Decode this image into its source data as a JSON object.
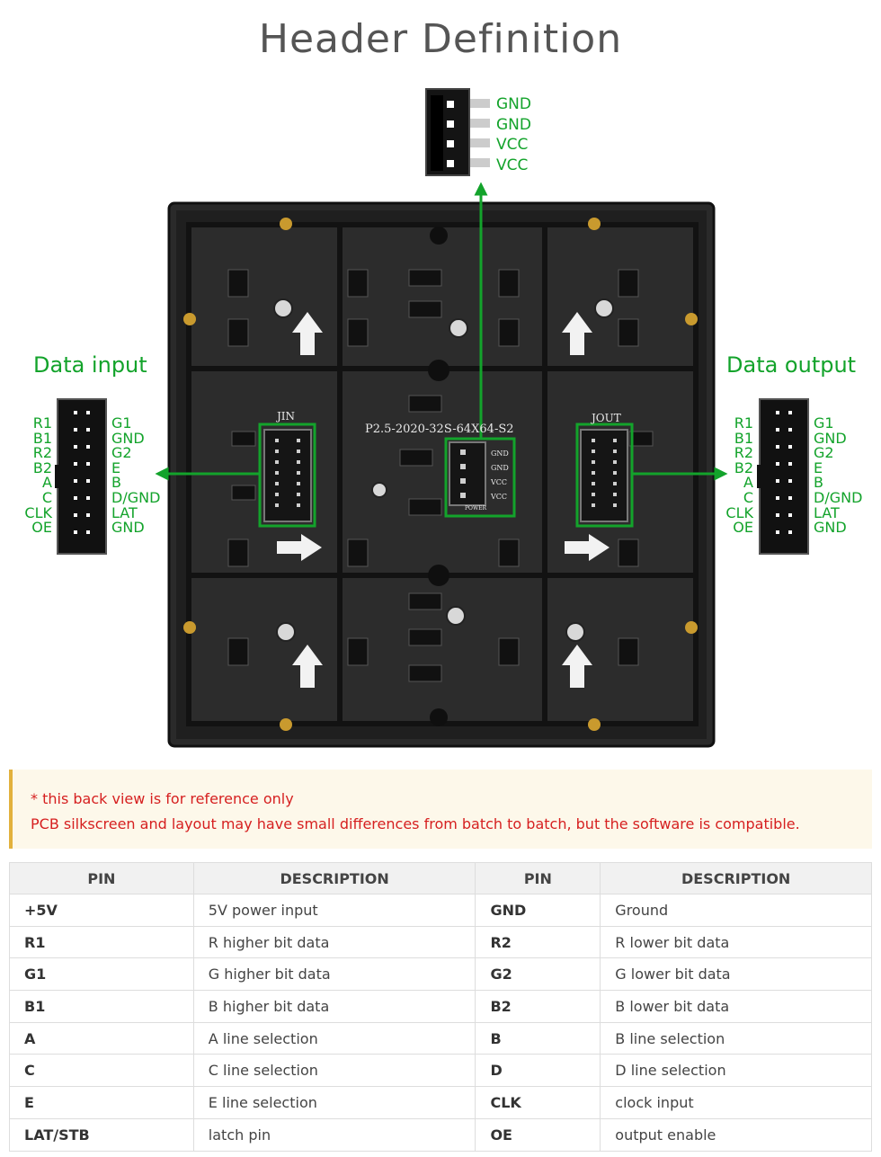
{
  "title": "Header Definition",
  "power_header": {
    "pins": [
      "GND",
      "GND",
      "VCC",
      "VCC"
    ]
  },
  "data_input": {
    "label": "Data input",
    "left_pins": [
      "R1",
      "B1",
      "R2",
      "B2",
      "A",
      "C",
      "CLK",
      "OE"
    ],
    "right_pins": [
      "G1",
      "GND",
      "G2",
      "E",
      "B",
      "D/GND",
      "LAT",
      "GND"
    ]
  },
  "data_output": {
    "label": "Data output",
    "left_pins": [
      "R1",
      "B1",
      "R2",
      "B2",
      "A",
      "C",
      "CLK",
      "OE"
    ],
    "right_pins": [
      "G1",
      "GND",
      "G2",
      "E",
      "B",
      "D/GND",
      "LAT",
      "GND"
    ]
  },
  "board": {
    "model": "P2.5-2020-32S-64X64-S2",
    "jin": "JIN",
    "jout": "JOUT",
    "power_pins": [
      "GND",
      "GND",
      "VCC",
      "VCC"
    ],
    "power_label": "POWER"
  },
  "note": {
    "line1": "* this back view is for reference only",
    "line2": "PCB silkscreen and layout may have small differences from batch to batch, but the software is compatible."
  },
  "table": {
    "headers": [
      "PIN",
      "DESCRIPTION",
      "PIN",
      "DESCRIPTION"
    ],
    "rows": [
      [
        "+5V",
        "5V power input",
        "GND",
        "Ground"
      ],
      [
        "R1",
        "R higher bit data",
        "R2",
        "R lower bit data"
      ],
      [
        "G1",
        "G higher bit data",
        "G2",
        "G lower bit data"
      ],
      [
        "B1",
        "B higher bit data",
        "B2",
        "B lower bit data"
      ],
      [
        "A",
        "A line selection",
        "B",
        "B line selection"
      ],
      [
        "C",
        "C line selection",
        "D",
        "D line selection"
      ],
      [
        "E",
        "E line selection",
        "CLK",
        "clock input"
      ],
      [
        "LAT/STB",
        "latch pin",
        "OE",
        "output enable"
      ]
    ]
  },
  "colors": {
    "green": "#13a32b",
    "note_red": "#d62020",
    "note_bg": "#fdf8ea",
    "note_bar": "#e2b13c"
  }
}
